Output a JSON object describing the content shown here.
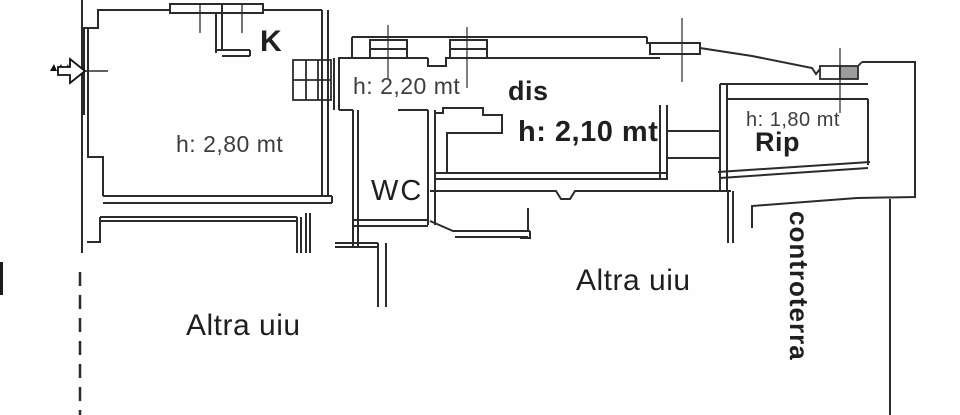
{
  "plan_title": "apartment floor plan",
  "colors": {
    "background": "#fefefe",
    "wall": "#2b2b2b",
    "thin_line": "#3c3c3c",
    "window_fill": "#9c9c9c",
    "text": "#1f1f1f"
  },
  "rooms": [
    {
      "name": "kitchen",
      "label": "K",
      "height_label": "h: 2,80 mt"
    },
    {
      "name": "corridor",
      "label": "",
      "height_label": "h: 2,20 mt"
    },
    {
      "name": "dis",
      "label": "dis",
      "height_label": "h: 2,10 mt"
    },
    {
      "name": "wc",
      "label": "WC",
      "height_label": ""
    },
    {
      "name": "rip",
      "label": "Rip",
      "height_label": "h: 1,80 mt"
    }
  ],
  "areas": [
    {
      "name": "other-unit-left",
      "label": "Altra uiu"
    },
    {
      "name": "other-unit-center",
      "label": "Altra uiu"
    },
    {
      "name": "against-ground",
      "label": "controterra"
    }
  ],
  "symbols": [
    {
      "name": "entrance-arrow",
      "meaning": "entrance direction"
    },
    {
      "name": "window-grid",
      "meaning": "window / shaft grid"
    },
    {
      "name": "boundary-dashed",
      "meaning": "property boundary"
    }
  ]
}
